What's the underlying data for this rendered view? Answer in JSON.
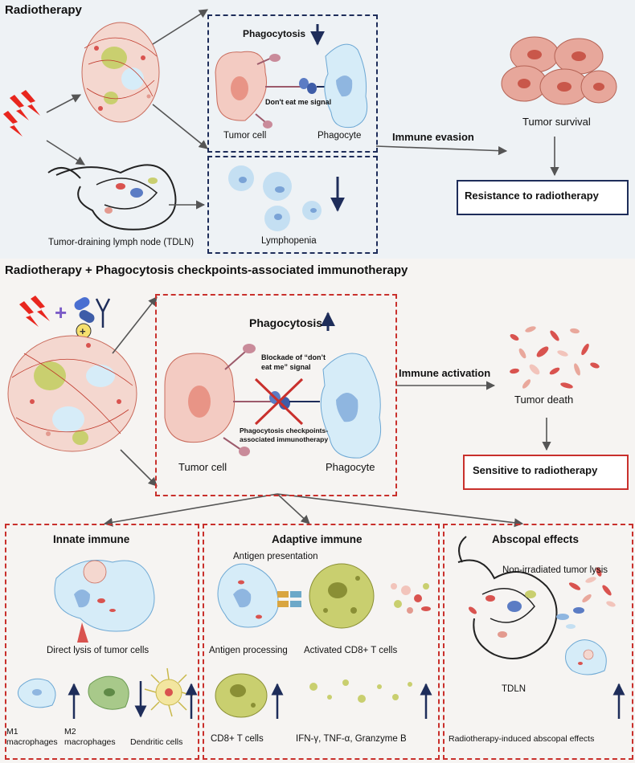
{
  "top": {
    "title": "Radiotherapy",
    "phago_label": "Phagocytosis",
    "dont_eat": "Don't eat me signal",
    "tumor_cell": "Tumor cell",
    "phagocyte": "Phagocyte",
    "lymphopenia": "Lymphopenia",
    "tdln": "Tumor-draining lymph node (TDLN)",
    "immune_evasion": "Immune evasion",
    "tumor_survival": "Tumor survival",
    "resistance": "Resistance to radiotherapy"
  },
  "bottom": {
    "title": "Radiotherapy  + Phagocytosis checkpoints-associated immunotherapy",
    "phago_label": "Phagocytosis",
    "blockade_1": "Blockade of “don’t",
    "blockade_2": "eat me” signal",
    "checkpoint_1": "Phagocytosis checkpoints-",
    "checkpoint_2": "associated immunotherapy",
    "tumor_cell": "Tumor cell",
    "phagocyte": "Phagocyte",
    "immune_activation": "Immune activation",
    "tumor_death": "Tumor death",
    "sensitive": "Sensitive to radiotherapy"
  },
  "innate": {
    "title": "Innate immune",
    "direct_lysis": "Direct lysis of tumor cells",
    "m1": "M1",
    "m1_sub": "macrophages",
    "m2": "M2",
    "m2_sub": "macrophages",
    "dc": "Dendritic cells"
  },
  "adaptive": {
    "title": "Adaptive immune",
    "antigen_presentation": "Antigen presentation",
    "antigen_processing": "Antigen processing",
    "activated_cd8": "Activated CD8+ T cells",
    "cd8": "CD8+ T  cells",
    "cytokines": "IFN-γ, TNF-α, Granzyme B"
  },
  "abscopal": {
    "title": "Abscopal effects",
    "non_irradiated": "Non-irradiated tumor lysis",
    "tdln": "TDLN",
    "induced": "Radiotherapy-induced abscopal effects"
  },
  "colors": {
    "navy": "#1e2d5a",
    "red": "#c9302c",
    "tumor_pink": "#f3cbc2",
    "phagocyte_blue": "#d6ecf8",
    "tcell_green": "#c9cf6f"
  }
}
